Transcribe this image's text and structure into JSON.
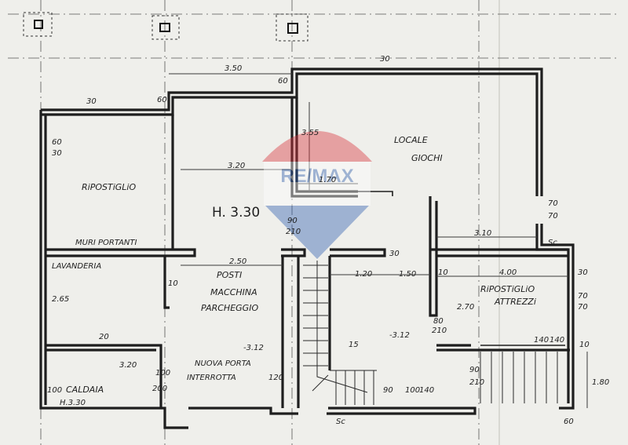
{
  "plan": {
    "watermark": "RE/MAX",
    "rooms": {
      "locale_line1": "LOCALE",
      "locale_line2": "GIOCHI",
      "ripostiglio_left": "RiPOSTiGLiO",
      "muri_portanti": "MURI PORTANTI",
      "lavanderia": "LAVANDERIA",
      "height_main": "H. 3.30",
      "posti_line1": "POSTI",
      "posti_line2": "MACCHINA",
      "posti_line3": "PARCHEGGIO",
      "ripostiglio_right_line1": "RiPOSTiGLiO",
      "ripostiglio_right_line2": "ATTREZZi",
      "caldaia": "CALDAIA",
      "caldaia_height": "H.3.30",
      "porta_line1": "NUOVA PORTA",
      "porta_line2": "INTERROTTA",
      "porta_width": "120",
      "level_left": "-3.12",
      "level_right": "-3.12",
      "stair_number": "15"
    },
    "dimensions": {
      "d_350": "3.50",
      "d_30_top": "30",
      "d_60_top": "60",
      "d_60_left": "60",
      "d_30_left": "30",
      "d_355": "3.55",
      "d_320_upper": "3.20",
      "d_170": "1.70",
      "d_90": "90",
      "d_210": "210",
      "d_60_30_a": "60",
      "d_60_30_b": "30",
      "d_310": "3.10",
      "d_70_a": "70",
      "d_70_b": "70",
      "d_250": "2.50",
      "d_120": "1.20",
      "d_150": "1.50",
      "d_10_mid": "10",
      "d_400": "4.00",
      "d_30_right": "30",
      "d_270": "2.70",
      "d_70_c": "70",
      "d_70_d": "70",
      "d_80": "80",
      "d_210_b": "210",
      "d_20": "20",
      "d_320_lower": "3.20",
      "d_100_a": "100",
      "d_200": "200",
      "d_100_caldaia": "100",
      "d_90_b": "90",
      "d_100_b": "100",
      "d_140": "140",
      "d_90_c": "90",
      "d_210_c": "210",
      "d_60_bottom": "60",
      "d_10_a": "10",
      "d_30_stair": "30",
      "d_10_right": "10",
      "sc_a": "Sc",
      "sc_b": "Sc",
      "d_180": "1.80",
      "d_265": "2.65",
      "d_140_b": "140",
      "d_140_c": "140"
    }
  }
}
